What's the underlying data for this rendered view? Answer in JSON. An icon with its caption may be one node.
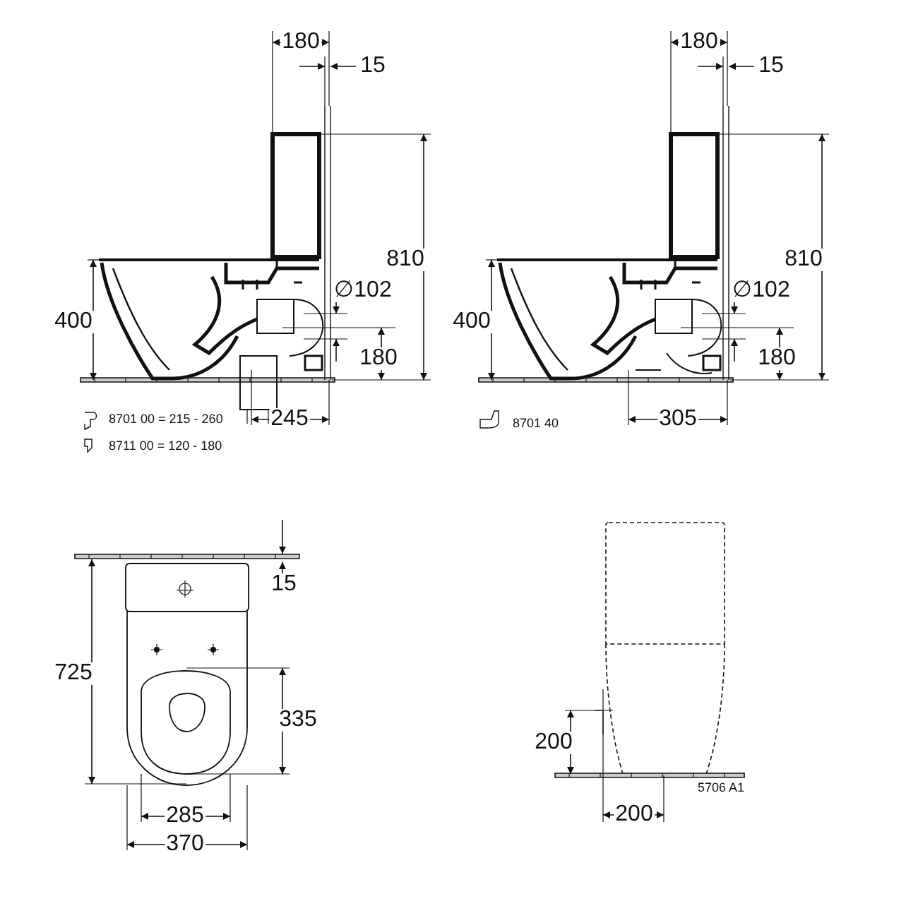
{
  "diagram": {
    "labels": [
      "180",
      "15",
      "810",
      "∅102",
      "400",
      "180",
      "245",
      "8701 00 = 215 - 260",
      "8711 00 = 120 - 180",
      "180",
      "15",
      "810",
      "∅102",
      "400",
      "180",
      "305",
      "8701 40",
      "15",
      "725",
      "335",
      "285",
      "370",
      "200",
      "5706 A1",
      "200"
    ]
  }
}
